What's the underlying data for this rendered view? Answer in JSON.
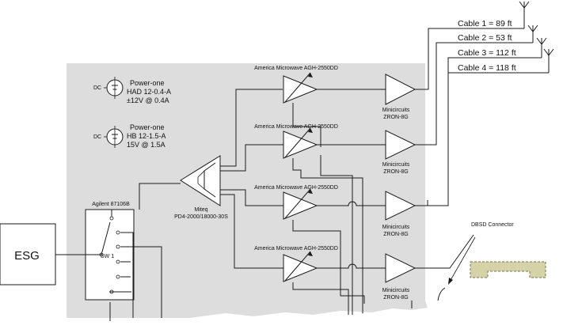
{
  "esg": {
    "label": "ESG"
  },
  "switch": {
    "title": "Agilent 87106B",
    "port": "SW 1"
  },
  "power_supplies": [
    {
      "dc": "DC",
      "lines": [
        "Power-one",
        "HAD 12-0.4-A",
        "±12V @ 0.4A"
      ]
    },
    {
      "dc": "DC",
      "lines": [
        "Power-one",
        "HB 12-1.5-A",
        "15V @ 1.5A"
      ]
    }
  ],
  "divider": {
    "lines": [
      "Miteq",
      "PD4-2000/18000-30S"
    ]
  },
  "attenuators": [
    {
      "label": "America Microwave AGH-2550DD"
    },
    {
      "label": "America Microwave AGH-2550DD"
    },
    {
      "label": "America Microwave AGH-2550DD"
    },
    {
      "label": "America Microwave AGH-2550DD"
    }
  ],
  "amplifiers": [
    {
      "lines": [
        "Minicircuits",
        "ZRON-8G"
      ]
    },
    {
      "lines": [
        "Minicircuits",
        "ZRON-8G"
      ]
    },
    {
      "lines": [
        "Minicircuits",
        "ZRON-8G"
      ]
    },
    {
      "lines": [
        "Minicircuits",
        "ZRON-8G"
      ]
    }
  ],
  "cables": [
    {
      "label": "Cable 1 = 89 ft"
    },
    {
      "label": "Cable 2 = 53 ft"
    },
    {
      "label": "Cable 3 = 112 ft"
    },
    {
      "label": "Cable 4 = 118 ft"
    }
  ],
  "connector": {
    "label": "DBSD Connector"
  },
  "colors": {
    "panel": "#dddddd",
    "line": "#1a1a1a",
    "connector_fill": "#d4d2a6"
  }
}
